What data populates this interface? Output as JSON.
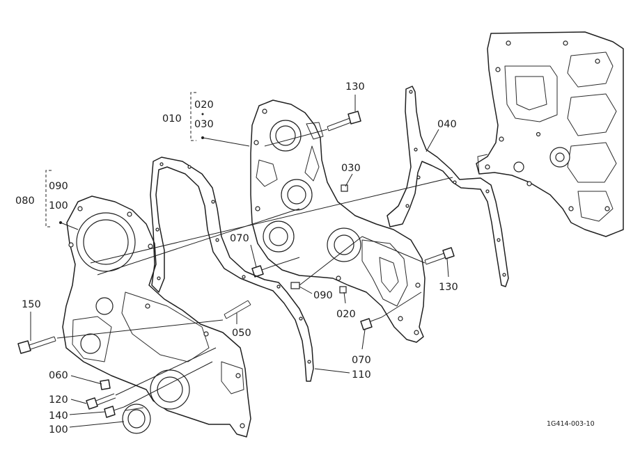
{
  "labels": {
    "l010": "010",
    "l020_top": "020",
    "l030_top": "030",
    "l080": "080",
    "l090_left": "090",
    "l100_left": "100",
    "l130_top": "130",
    "l040": "040",
    "l030_mid": "030",
    "l070_left": "070",
    "l150": "150",
    "l050": "050",
    "l090_mid": "090",
    "l020_mid": "020",
    "l130_right": "130",
    "l070_right": "070",
    "l110": "110",
    "l060": "060",
    "l120": "120",
    "l140": "140",
    "l100_bottom": "100"
  },
  "drawing_code": "1G414-003-10"
}
